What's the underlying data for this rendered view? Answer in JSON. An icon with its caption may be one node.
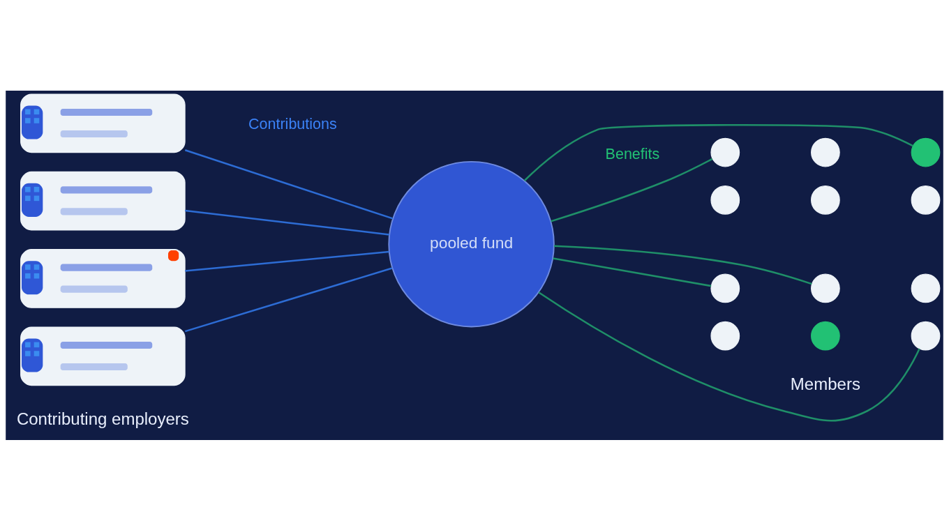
{
  "diagram": {
    "nodes": [
      {
        "text": [],
        "shape": "box"
      },
      {
        "text": [],
        "shape": "box"
      },
      {
        "text": [],
        "shape": "box"
      },
      {
        "text": [],
        "shape": "box"
      },
      {
        "text": [
          "pooled fund"
        ]
      },
      {
        "text": [],
        "shape": "circle"
      },
      {
        "text": [],
        "shape": "circle"
      },
      {
        "text": [],
        "shape": "circle"
      },
      {
        "text": [],
        "shape": "circle"
      },
      {
        "text": [],
        "shape": "circle"
      },
      {
        "text": [],
        "shape": "circle"
      },
      {
        "text": [],
        "shape": "circle"
      },
      {
        "text": [],
        "shape": "circle"
      },
      {
        "text": [],
        "shape": "circle"
      },
      {
        "text": [],
        "shape": "circle"
      },
      {
        "text": [],
        "shape": "circle"
      },
      {
        "text": [],
        "shape": "circle"
      }
    ],
    "edges": [
      {
        "from": 0,
        "to": 4,
        "arrow": "none",
        "color": "#2d6cd4"
      },
      {
        "from": 1,
        "to": 4,
        "arrow": "none",
        "color": "#2d6cd4"
      },
      {
        "from": 2,
        "to": 4,
        "arrow": "none",
        "color": "#2d6cd4"
      },
      {
        "from": 3,
        "to": 4,
        "arrow": "none",
        "color": "#2d6cd4"
      },
      {
        "from": 4,
        "to": 5,
        "arrow": "none",
        "color": "#1f8f68"
      },
      {
        "from": 4,
        "to": 7,
        "arrow": "none",
        "color": "#1f8f68"
      },
      {
        "from": 4,
        "to": 11,
        "arrow": "none",
        "color": "#1f8f68"
      },
      {
        "from": 4,
        "to": 12,
        "arrow": "none",
        "color": "#1f8f68"
      },
      {
        "from": 4,
        "to": 16,
        "arrow": "none",
        "color": "#1f8f68"
      }
    ],
    "labels": [
      "Contributions",
      "Benefits",
      "Members",
      "Contributing employers"
    ]
  }
}
